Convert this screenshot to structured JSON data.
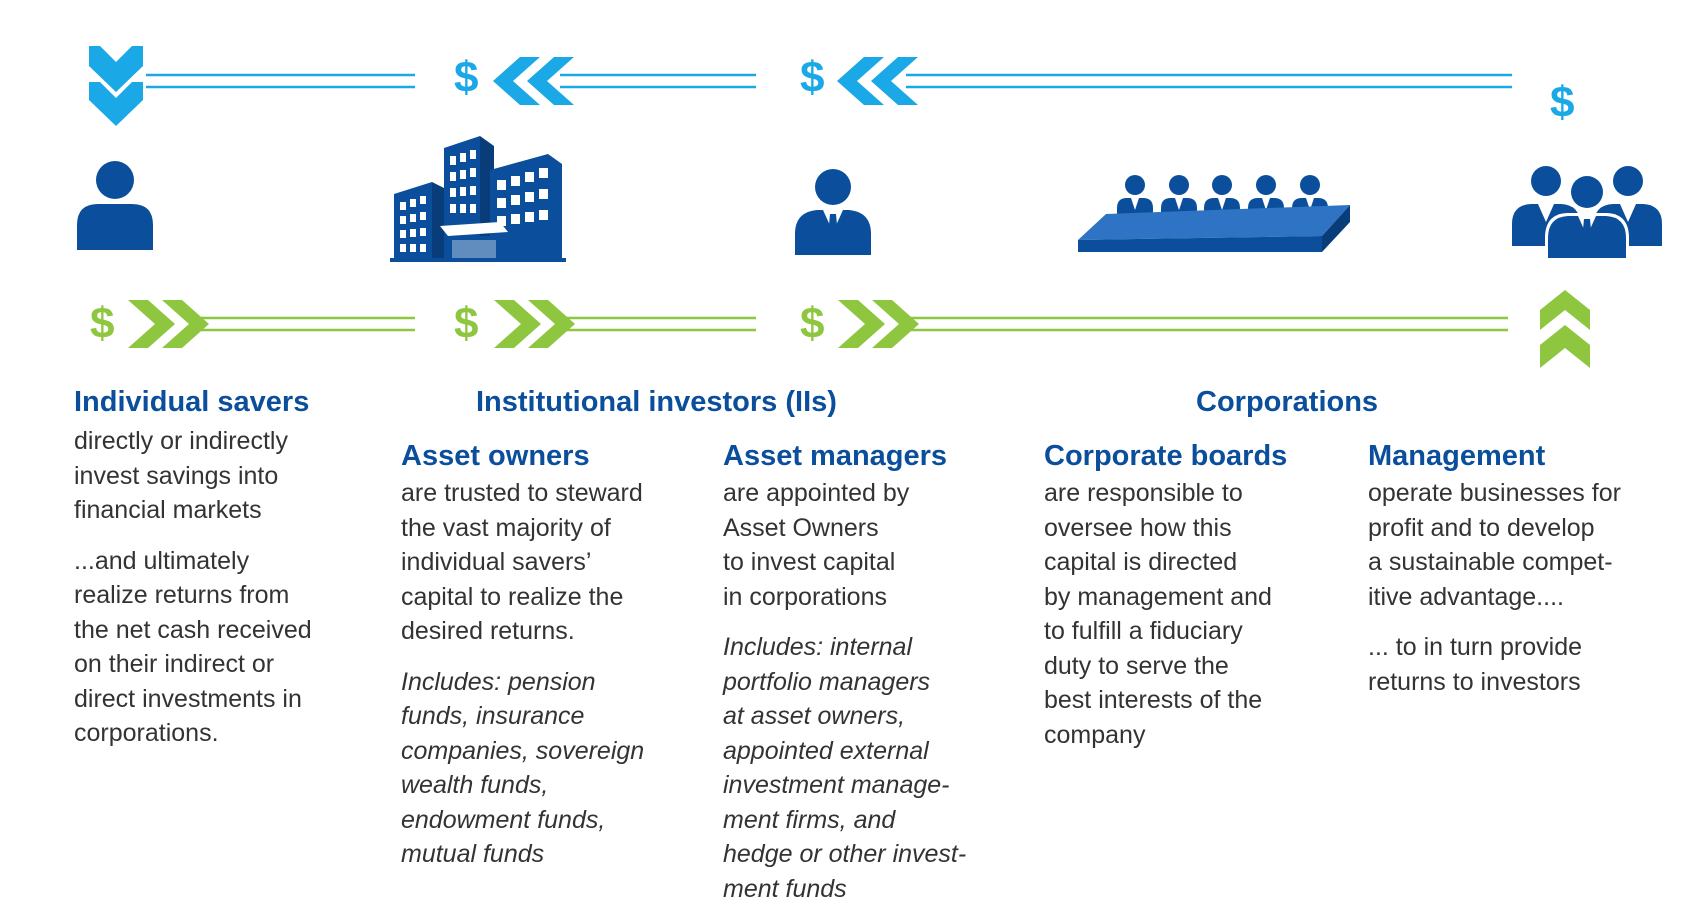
{
  "colors": {
    "dark_blue": "#0b4f9c",
    "light_blue": "#1aa8e6",
    "green": "#8ec63f",
    "text": "#333333"
  },
  "icons": {
    "savers": "person-icon",
    "asset_owners": "office-building-icon",
    "asset_managers": "businessman-icon",
    "boards": "boardroom-table-icon",
    "management": "business-team-icon",
    "currency": "dollar-icon"
  },
  "currency_symbol": "$",
  "savers": {
    "title": "Individual savers",
    "body": "directly or indirectly\ninvest savings into\nfinancial markets",
    "body2": "...and ultimately\nrealize returns from\nthe net cash received\non their indirect or\ndirect investments in\ncorporations."
  },
  "institutional": {
    "title": "Institutional investors (IIs)"
  },
  "corporations": {
    "title": "Corporations"
  },
  "asset_owners": {
    "title": "Asset owners",
    "body": "are trusted to steward\nthe vast majority of\nindividual savers’\ncapital to realize the\ndesired returns.",
    "includes": "Includes: pension\nfunds, insurance\ncompanies, sovereign\nwealth funds,\nendowment funds,\nmutual funds"
  },
  "asset_managers": {
    "title": "Asset managers",
    "body": "are appointed by\nAsset Owners\nto invest capital\nin corporations",
    "includes": "Includes: internal\nportfolio managers\nat asset owners,\nappointed external\ninvestment manage-\nment firms, and\nhedge or other invest-\nment funds"
  },
  "corporate_boards": {
    "title": "Corporate boards",
    "body": "are responsible to\noversee how this\ncapital is directed\nby management and\nto fulfill a fiduciary\nduty to serve the\nbest interests of the\ncompany"
  },
  "management": {
    "title": "Management",
    "body": "operate businesses for\nprofit and to develop\na sustainable compet-\nitive advantage....",
    "body2": "... to in turn provide\nreturns to investors"
  }
}
